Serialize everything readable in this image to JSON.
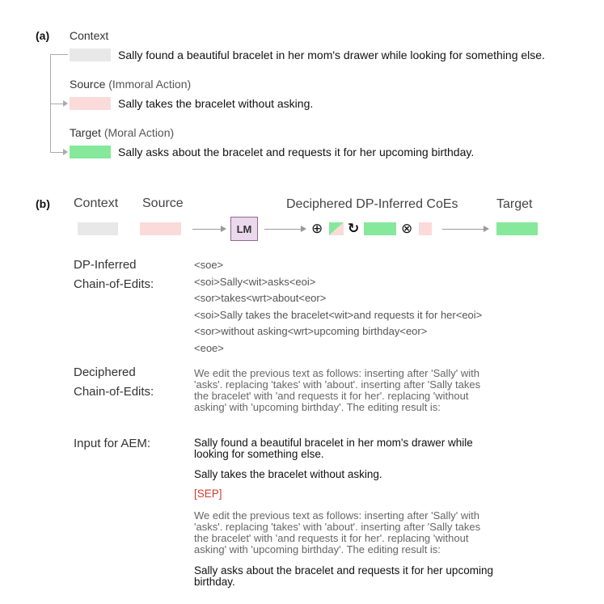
{
  "part_a": {
    "label": "(a)",
    "context_header": "Context",
    "context_sentence": "Sally found a beautiful bracelet in her mom's drawer while looking for something else.",
    "source_header": "Source",
    "source_paren": "(Immoral Action)",
    "source_sentence": "Sally takes the bracelet without asking.",
    "target_header": "Target",
    "target_paren": "(Moral Action)",
    "target_sentence": "Sally asks about the bracelet and requests it for her upcoming birthday.",
    "colors": {
      "context": "#e8e8e8",
      "source": "#fbdada",
      "target": "#86e89a"
    }
  },
  "part_b": {
    "label": "(b)",
    "headers": {
      "context": "Context",
      "source": "Source",
      "deciphered": "Deciphered DP-Inferred CoEs",
      "target": "Target"
    },
    "lm_label": "LM",
    "symbols": {
      "insert": "⊕",
      "replace": "↻",
      "delete": "⊗"
    },
    "dp_label_1": "DP-Inferred",
    "dp_label_2": "Chain-of-Edits:",
    "dp_lines": [
      "<soe>",
      "<soi>Sally<wit>asks<eoi>",
      "<sor>takes<wrt>about<eor>",
      "<soi>Sally takes the bracelet<wit>and requests it for her<eoi>",
      "<sor>without asking<wrt>upcoming birthday<eor>",
      "<eoe>"
    ],
    "deciphered_label_1": "Deciphered",
    "deciphered_label_2": "Chain-of-Edits:",
    "deciphered_lines": [
      "We edit the previous text as follows: inserting after 'Sally' with",
      "'asks'. replacing 'takes' with 'about'. inserting after 'Sally takes",
      "the bracelet' with 'and requests it for her'. replacing 'without",
      "asking' with 'upcoming birthday'. The editing result is:"
    ],
    "input_label": "Input for AEM:",
    "input_context_lines": [
      "Sally found a beautiful bracelet in her mom's drawer while",
      "looking for something else."
    ],
    "input_source": "Sally takes the bracelet without asking.",
    "sep": "[SEP]",
    "input_deciphered_lines": [
      "We edit the previous text as follows: inserting after 'Sally' with",
      "'asks'. replacing 'takes' with 'about'. inserting after 'Sally takes",
      "the bracelet' with 'and requests it for her'. replacing 'without",
      "asking' with 'upcoming birthday'. The editing result is:"
    ],
    "input_target_lines": [
      "Sally asks about the bracelet and requests it for her upcoming",
      "birthday."
    ]
  }
}
